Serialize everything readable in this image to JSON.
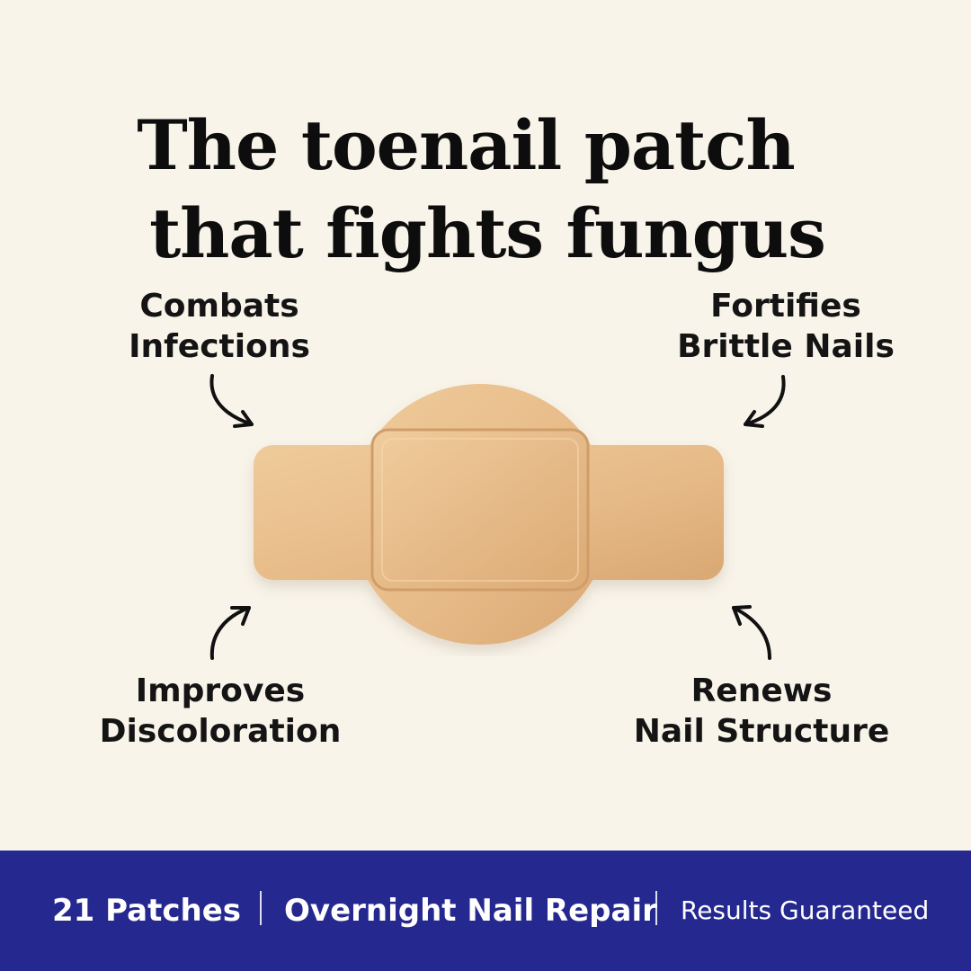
{
  "headline": {
    "line_1": "The toenail patch",
    "line_2": "that fights fungus"
  },
  "benefits": {
    "top_left": {
      "line_1": "Combats",
      "line_2": "Infections"
    },
    "top_right": {
      "line_1": "Fortifies",
      "line_2": "Brittle Nails"
    },
    "bottom_left": {
      "line_1": "Improves",
      "line_2": "Discoloration"
    },
    "bottom_right": {
      "line_1": "Renews",
      "line_2": "Nail Structure"
    }
  },
  "bottom_bar": {
    "item_1": "21 Patches",
    "item_2": "Overnight Nail Repair",
    "item_3": "Results Guaranteed"
  },
  "colors": {
    "background": "#f8f4ea",
    "patch": "#e8bf8c",
    "bar": "#24288f",
    "text": "#111111"
  },
  "icons": {
    "arrow": "curved-arrow-icon",
    "patch": "toenail-patch-illustration"
  }
}
